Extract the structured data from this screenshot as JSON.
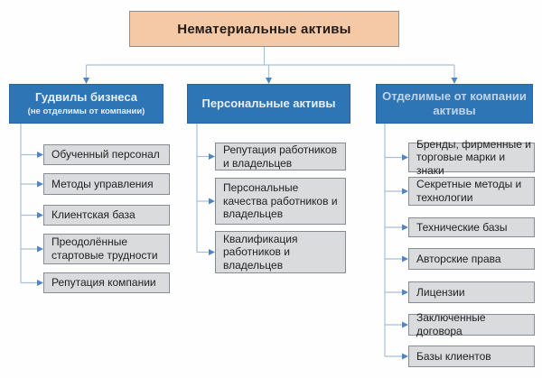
{
  "diagram": {
    "root": {
      "label": "Нематериальные активы"
    },
    "branches": [
      {
        "title": "Гудвилы бизнеса",
        "subtitle": "(не отделимы от компании)",
        "items": [
          "Обученный персонал",
          "Методы управления",
          "Клиентская база",
          "Преодолённые стартовые трудности",
          "Репутация компании"
        ]
      },
      {
        "title": "Персональные активы",
        "items": [
          "Репутация работников и владельцев",
          "Персональные качества работников и владельцев",
          "Квалификация работников и владельцев"
        ]
      },
      {
        "title": "Отделимые от компании активы",
        "items": [
          "Бренды, фирменные и торговые марки и знаки",
          "Секретные методы и технологии",
          "Технические базы",
          "Авторские права",
          "Лицензии",
          "Заключенные договора",
          "Базы клиентов"
        ]
      }
    ],
    "colors": {
      "root_fill": "#f6c9a6",
      "branch_fill": "#2e75b6",
      "item_fill": "#d9dbdc",
      "connector_line": "#a9c0d8",
      "arrowhead": "#4e86c6"
    }
  }
}
